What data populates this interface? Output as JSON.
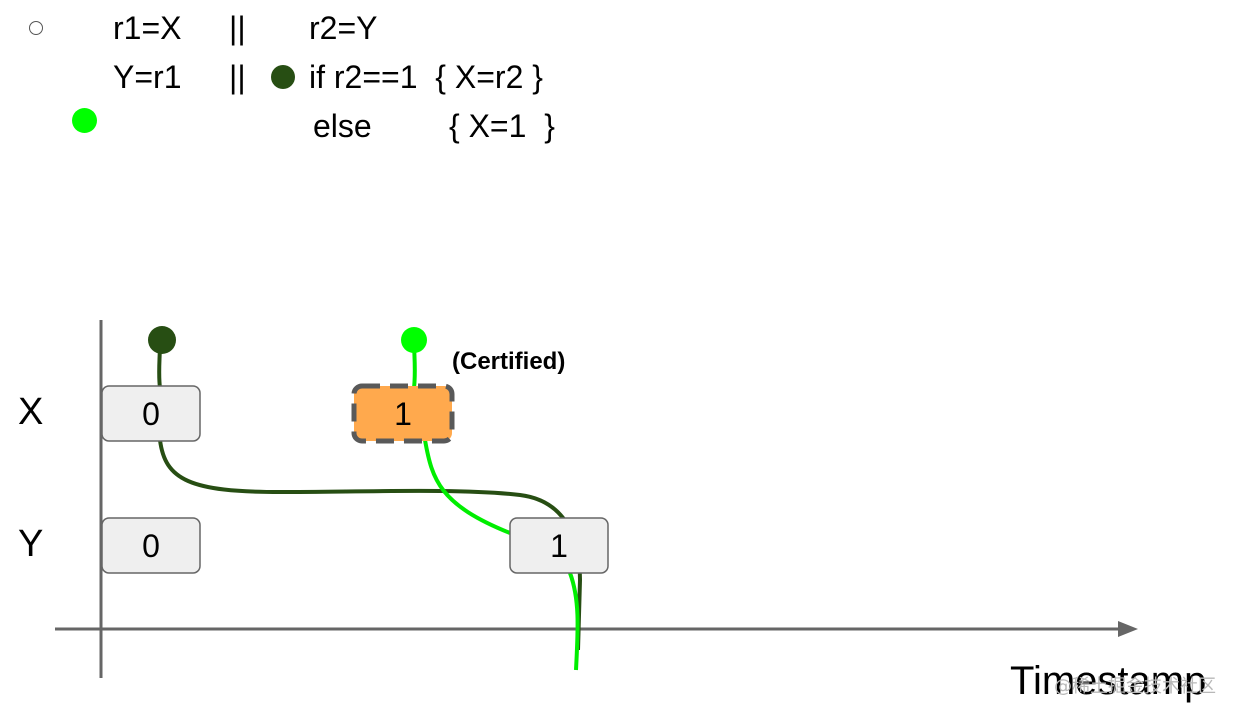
{
  "code": {
    "line1_left": "r1=X",
    "line1_sep": "||",
    "line1_right": "r2=Y",
    "line2_left": "Y=r1",
    "line2_sep": "||",
    "line2_right": "if r2==1  { X=r2 }",
    "line3_else": "else",
    "line3_body": "{ X=1  }"
  },
  "diagram": {
    "x_row_label": "X",
    "y_row_label": "Y",
    "x_initial": "0",
    "y_initial": "0",
    "x_written": "1",
    "y_written": "1",
    "certified_label": "(Certified)",
    "time_axis_label": "Timestamp",
    "watermark": "@稀土掘金技术社区"
  },
  "colors": {
    "dark_green": "#274e13",
    "bright_green": "#00ff00",
    "orange_box": "#ffa94d",
    "gray_box": "#efefef"
  }
}
